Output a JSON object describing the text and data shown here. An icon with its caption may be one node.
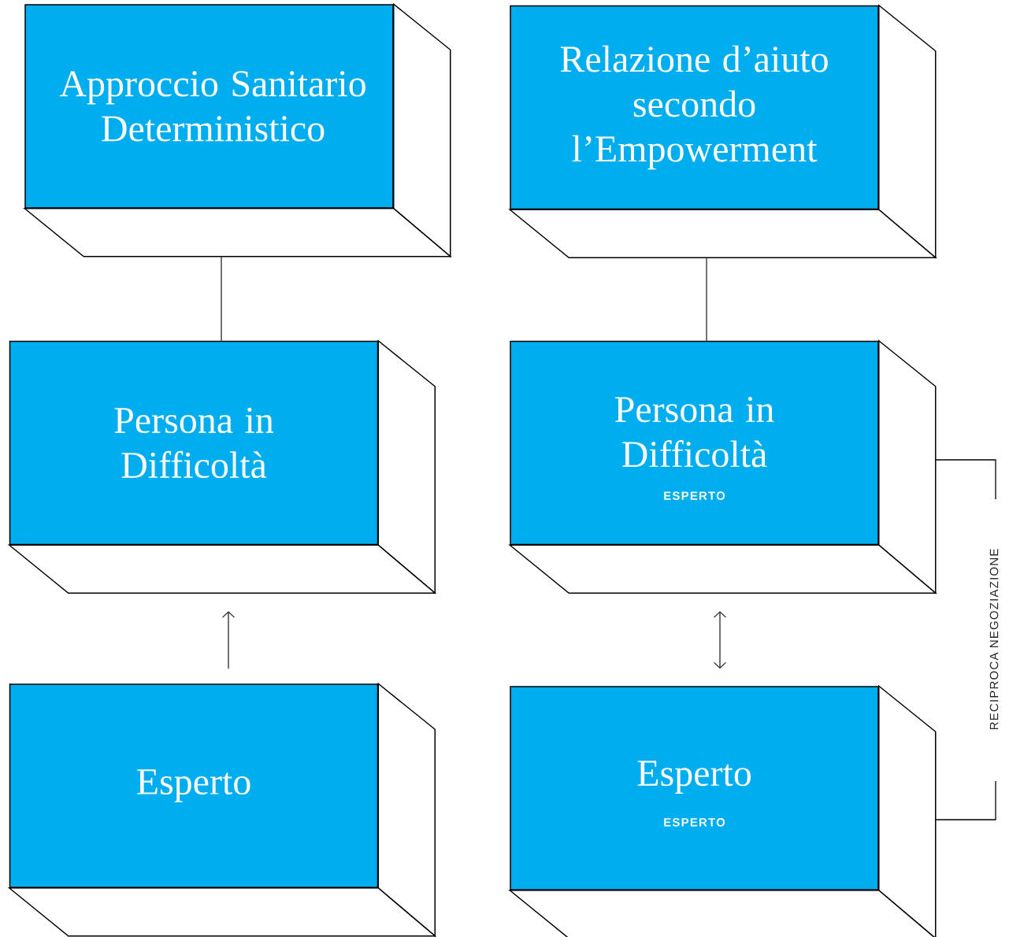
{
  "diagram": {
    "nodes": [
      {
        "text": [
          "Approccio Sanitario Deterministico"
        ]
      },
      {
        "text": [
          "Relazione d’aiuto secondo l’Empowerment"
        ]
      },
      {
        "text": [
          "Persona in Difficoltà"
        ]
      },
      {
        "text": [
          "Persona in Difficoltà",
          "ESPERTO"
        ]
      },
      {
        "text": [
          "Esperto"
        ]
      },
      {
        "text": [
          "Esperto",
          "ESPERTO"
        ]
      }
    ],
    "edges": [
      {
        "from": 0,
        "to": 2,
        "arrow": "none"
      },
      {
        "from": 4,
        "to": 2,
        "arrow": "to"
      },
      {
        "from": 1,
        "to": 3,
        "arrow": "none"
      },
      {
        "from": 3,
        "to": 5,
        "arrow": "both"
      }
    ],
    "labels": [
      "RECIPROCA NEGOZIAZIONE"
    ]
  }
}
